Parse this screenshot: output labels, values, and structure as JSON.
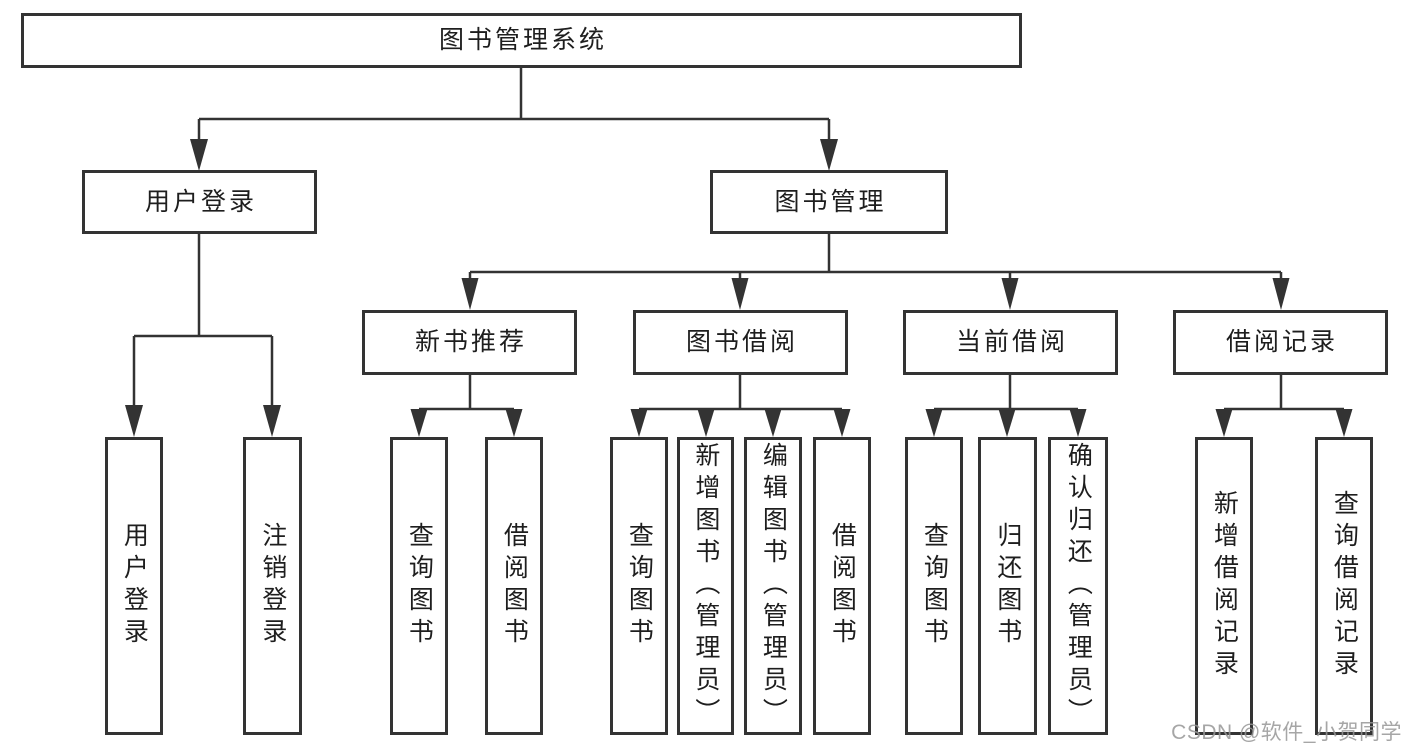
{
  "nodes": {
    "root": "图书管理系统",
    "user_login": "用户登录",
    "book_mgmt": "图书管理",
    "new_book": "新书推荐",
    "borrow": "图书借阅",
    "current": "当前借阅",
    "records": "借阅记录"
  },
  "leaves": {
    "user_login": [
      "用户登录",
      "注销登录"
    ],
    "new_book": [
      "查询图书",
      "借阅图书"
    ],
    "borrow": [
      "查询图书",
      "新增图书（管理员）",
      "编辑图书（管理员）",
      "借阅图书"
    ],
    "current": [
      "查询图书",
      "归还图书",
      "确认归还（管理员）"
    ],
    "records": [
      "新增借阅记录",
      "查询借阅记录"
    ]
  },
  "watermark": "CSDN @软件_小贺同学",
  "colors": {
    "line": "#333333",
    "box_border": "#333333",
    "box_fill": "#ffffff",
    "text": "#1e1e1e",
    "watermark": "#969696"
  }
}
